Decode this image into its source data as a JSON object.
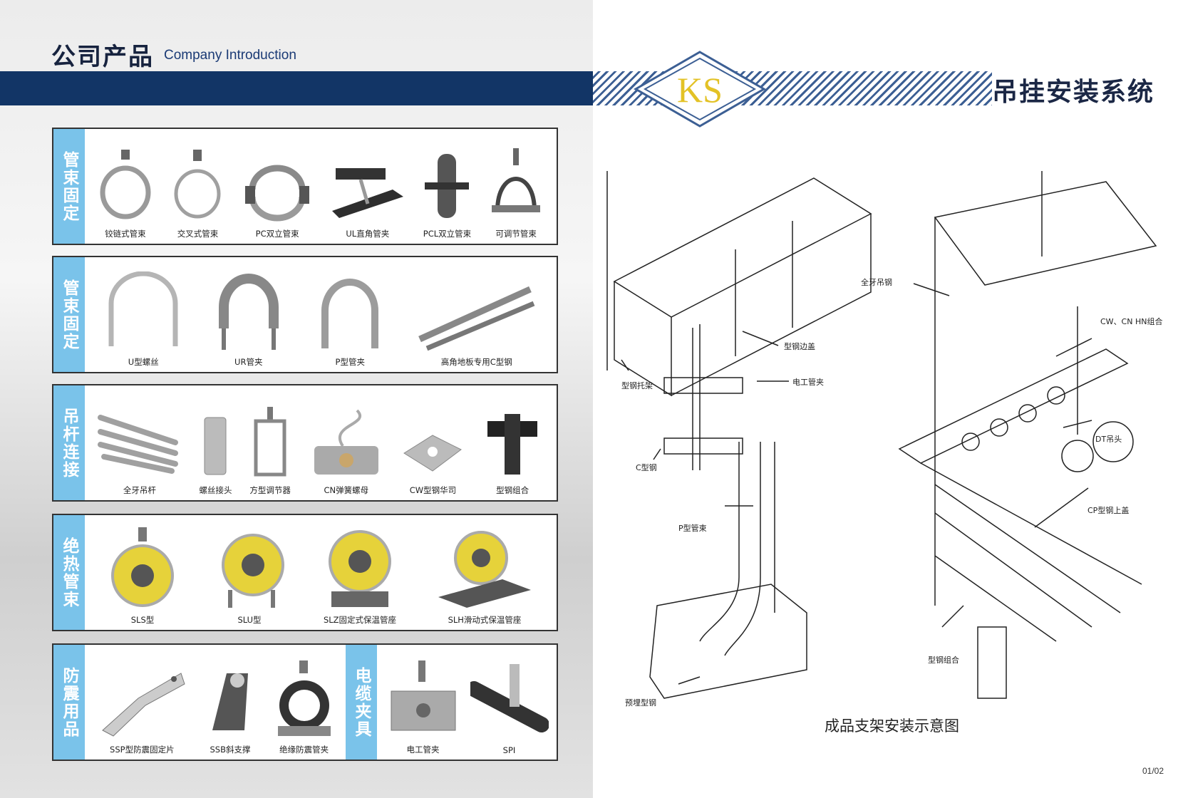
{
  "header": {
    "title": "公司产品",
    "subtitle": "Company Introduction",
    "brand_logo": "KS",
    "system_title": "吊挂安装系统"
  },
  "sections": [
    {
      "tab": "管束固定",
      "items": [
        "铰链式管束",
        "交叉式管束",
        "PC双立管束",
        "UL直角管夹",
        "PCL双立管束",
        "可调节管束"
      ]
    },
    {
      "tab": "管束固定",
      "items": [
        "U型螺丝",
        "UR管夹",
        "P型管夹",
        "高角地板专用C型钢"
      ]
    },
    {
      "tab": "吊杆连接",
      "items": [
        "全牙吊杆",
        "螺丝接头",
        "方型调节器",
        "CN弹簧螺母",
        "CW型钢华司",
        "型钢组合"
      ]
    },
    {
      "tab": "绝热管束",
      "items": [
        "SLS型",
        "SLU型",
        "SLZ固定式保温管座",
        "SLH滑动式保温管座"
      ]
    },
    {
      "tab": "防震用品",
      "items": [
        "SSP型防震固定片",
        "SSB斜支撑",
        "绝缘防震管夹"
      ]
    },
    {
      "tab": "电缆夹具",
      "items": [
        "电工管夹",
        "SPI"
      ]
    }
  ],
  "diagram": {
    "labels": [
      "全牙吊钢",
      "CW、CN HN组合",
      "型钢边盖",
      "型钢托架",
      "电工管夹",
      "C型钢",
      "DT吊头",
      "P型管束",
      "CP型钢上盖",
      "型钢组合",
      "预埋型钢"
    ],
    "caption": "成品支架安装示意图"
  },
  "footer": {
    "page_number": "01/02"
  },
  "colors": {
    "navy_band": "#123566",
    "tab_blue": "#7ac3ea",
    "logo_yellow": "#e3c226",
    "insulation_yellow": "#e6d23a"
  }
}
